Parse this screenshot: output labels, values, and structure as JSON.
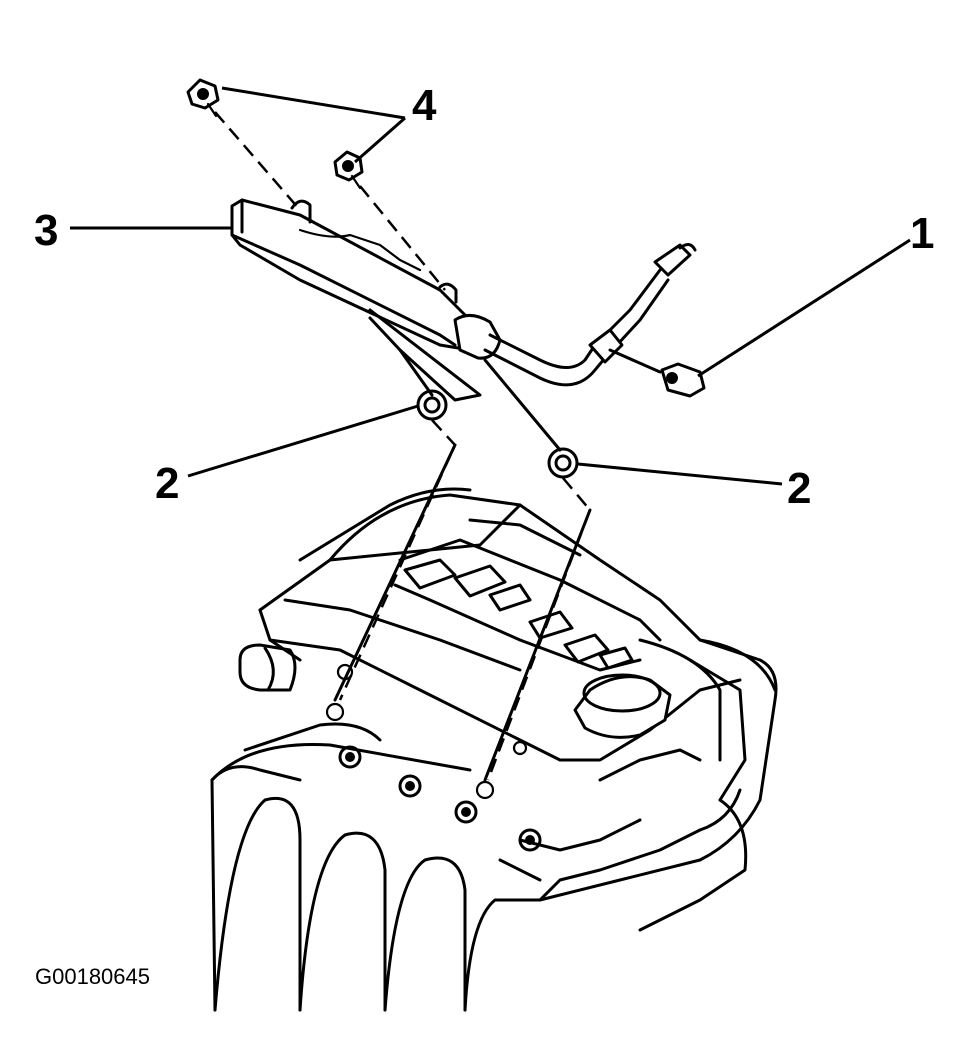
{
  "callouts": {
    "c1": "1",
    "c2a": "2",
    "c2b": "2",
    "c3": "3",
    "c4": "4"
  },
  "figure_id": "G00180645"
}
